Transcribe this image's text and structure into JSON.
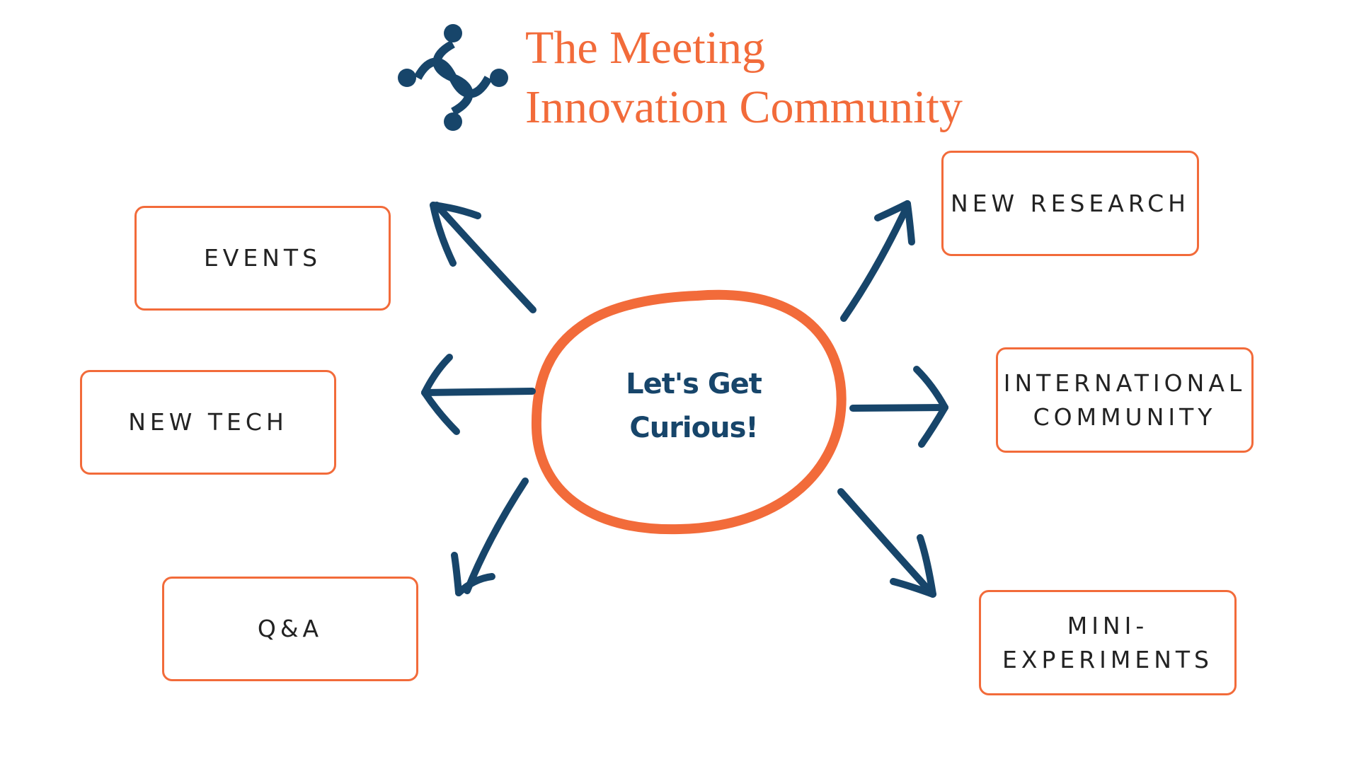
{
  "title_lines": [
    "The Meeting",
    "Innovation Community"
  ],
  "center": {
    "line1": "Let's Get",
    "line2": "Curious!"
  },
  "nodes": {
    "events": "EVENTS",
    "new_tech": "NEW TECH",
    "qa": "Q&A",
    "new_research": "NEW RESEARCH",
    "international": "INTERNATIONAL\nCOMMUNITY",
    "mini": "MINI-\nEXPERIMENTS"
  },
  "colors": {
    "accent_orange": "#f26b3a",
    "navy": "#17456a",
    "text": "#222222",
    "background": "#ffffff"
  },
  "icons": {
    "logo": "four-people-circle-logo-icon"
  }
}
